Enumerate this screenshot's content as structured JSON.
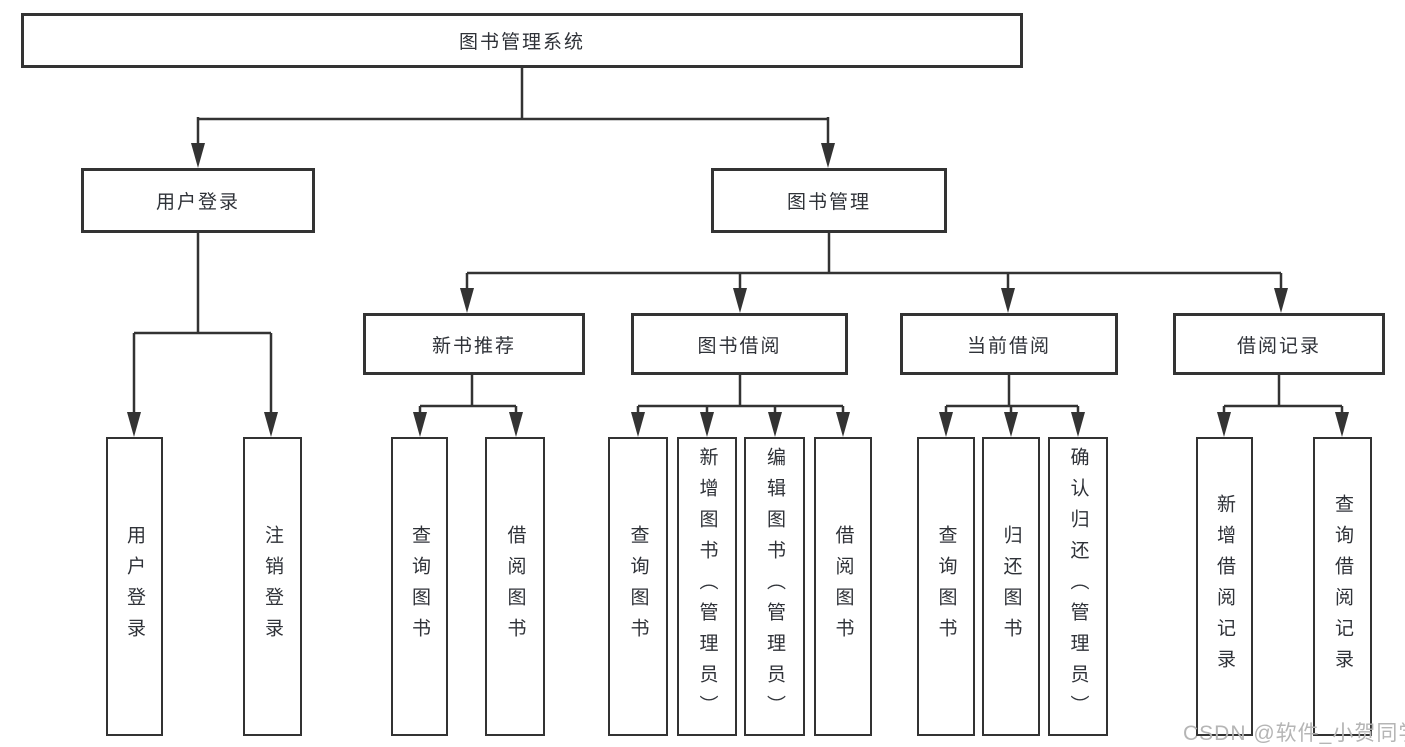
{
  "colors": {
    "line": "#333333",
    "box_border": "#333333",
    "text": "#2f3238",
    "watermark": "#b5b5b5",
    "background": "#ffffff"
  },
  "diagram": {
    "root": {
      "label": "图书管理系统"
    },
    "level2": [
      {
        "label": "用户登录"
      },
      {
        "label": "图书管理"
      }
    ],
    "level3": [
      {
        "label": "新书推荐"
      },
      {
        "label": "图书借阅"
      },
      {
        "label": "当前借阅"
      },
      {
        "label": "借阅记录"
      }
    ],
    "leaf_groups": [
      {
        "parent_label": "用户登录",
        "items": [
          "用户登录",
          "注销登录"
        ]
      },
      {
        "parent_label": "新书推荐",
        "items": [
          "查询图书",
          "借阅图书"
        ]
      },
      {
        "parent_label": "图书借阅",
        "items": [
          "查询图书",
          "新增图书（管理员）",
          "编辑图书（管理员）",
          "借阅图书"
        ]
      },
      {
        "parent_label": "当前借阅",
        "items": [
          "查询图书",
          "归还图书",
          "确认归还（管理员）"
        ]
      },
      {
        "parent_label": "借阅记录",
        "items": [
          "新增借阅记录",
          "查询借阅记录"
        ]
      }
    ]
  },
  "watermark": {
    "text": "CSDN @软件_小贺同学"
  }
}
